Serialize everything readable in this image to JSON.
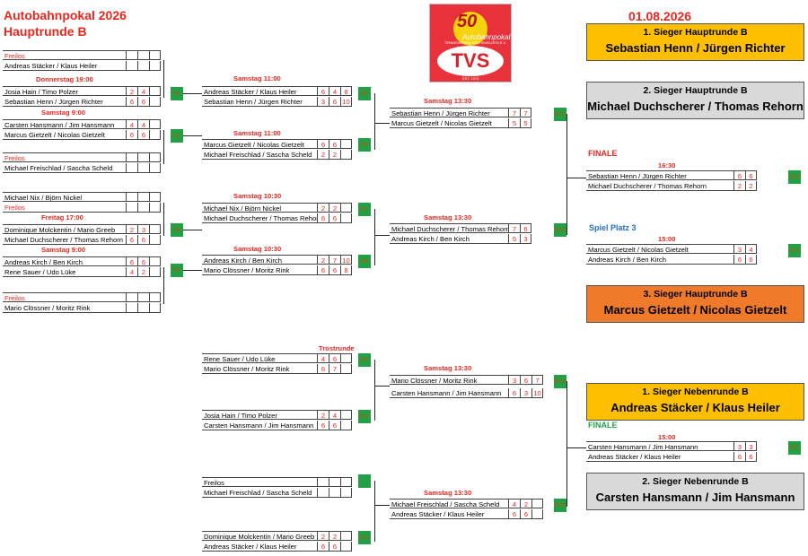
{
  "header": {
    "title": "Autobahnpokal 2026",
    "subtitle": "Hauptrunde B",
    "date": "01.08.2026"
  },
  "logo": {
    "fifty": "50",
    "sub": "Autobahnpokal",
    "club": "TVS",
    "ring": "TENNISVEREIN SECHSHELDEN E.V.",
    "est": "EST. 1976"
  },
  "labels": {
    "donnerstag": "Donnerstag 19:00",
    "sam9a": "Samstag 9:00",
    "freitag": "Freitag 17:00",
    "sam9b": "Samstag 9:00",
    "sam11a": "Samstag 11:00",
    "sam11b": "Samstag 11:00",
    "sam1030a": "Samstag 10:30",
    "sam1030b": "Samstag 10:30",
    "sam1330a": "Samstag 13:30",
    "sam1330b": "Samstag 13:30",
    "sam1330c": "Samstag 13:30",
    "sam1330d": "Samstag 13:30",
    "finale": "FINALE",
    "t1630": "16:30",
    "platz3": "Spiel Platz 3",
    "t1500a": "15:00",
    "trostrunde": "Trostrunde",
    "finale2": "FINALE",
    "t1500b": "15:00"
  },
  "r1": [
    {
      "name": "Freilos",
      "s": [
        "",
        "",
        ""
      ],
      "frei": true
    },
    {
      "name": "Andreas Stäcker / Klaus Heiler",
      "s": [
        "",
        "",
        ""
      ]
    },
    {
      "name": "Josia Hain / Timo Polzer",
      "s": [
        "2",
        "4",
        ""
      ]
    },
    {
      "name": "Sebastian Henn / Jürgen Richter",
      "s": [
        "6",
        "6",
        ""
      ]
    },
    {
      "name": "Carsten Hansmann / Jim Hansmann",
      "s": [
        "4",
        "4",
        ""
      ]
    },
    {
      "name": "Marcus Gietzelt / Nicolas Gietzelt",
      "s": [
        "6",
        "6",
        ""
      ]
    },
    {
      "name": "Freilos",
      "s": [
        "",
        "",
        ""
      ],
      "frei": true
    },
    {
      "name": "Michael Freischlad / Sascha Scheld",
      "s": [
        "",
        "",
        ""
      ]
    },
    {
      "name": "Michael Nix / Björn Nickel",
      "s": [
        "",
        "",
        ""
      ]
    },
    {
      "name": "Freilos",
      "s": [
        "",
        "",
        ""
      ],
      "frei": true
    },
    {
      "name": "Dominique Molckentin / Mario Greeb",
      "s": [
        "2",
        "3",
        ""
      ]
    },
    {
      "name": "Michael Duchscherer / Thomas Rehorn",
      "s": [
        "6",
        "6",
        ""
      ]
    },
    {
      "name": "Andreas Kirch / Ben Kirch",
      "s": [
        "6",
        "6",
        ""
      ]
    },
    {
      "name": "Rene Sauer / Udo Lüke",
      "s": [
        "4",
        "2",
        ""
      ]
    },
    {
      "name": "Freilos",
      "s": [
        "",
        "",
        ""
      ],
      "frei": true
    },
    {
      "name": "Mario Clössner / Moritz Rink",
      "s": [
        "",
        "",
        ""
      ]
    }
  ],
  "r2": [
    {
      "name": "Andreas Stäcker / Klaus Heiler",
      "s": [
        "6",
        "4",
        "8"
      ]
    },
    {
      "name": "Sebastian Henn / Jürgen Richter",
      "s": [
        "3",
        "6",
        "10"
      ]
    },
    {
      "name": "Marcus Gietzelt / Nicolas Gietzelt",
      "s": [
        "6",
        "6",
        ""
      ]
    },
    {
      "name": "Michael Freischlad / Sascha Scheld",
      "s": [
        "2",
        "2",
        ""
      ]
    },
    {
      "name": "Michael Nix / Björn Nickel",
      "s": [
        "2",
        "2",
        ""
      ]
    },
    {
      "name": "Michael Duchscherer / Thomas Rehorn",
      "s": [
        "6",
        "6",
        ""
      ]
    },
    {
      "name": "Andreas Kirch / Ben Kirch",
      "s": [
        "2",
        "7",
        "10"
      ]
    },
    {
      "name": "Mario Clössner / Moritz Rink",
      "s": [
        "6",
        "6",
        "8"
      ]
    }
  ],
  "r3": [
    {
      "name": "Sebastian Henn / Jürgen Richter",
      "s": [
        "7",
        "7",
        ""
      ]
    },
    {
      "name": "Marcus Gietzelt / Nicolas Gietzelt",
      "s": [
        "5",
        "5",
        ""
      ]
    },
    {
      "name": "Michael Duchscherer / Thomas Rehorn",
      "s": [
        "7",
        "6",
        ""
      ]
    },
    {
      "name": "Andreas Kirch / Ben Kirch",
      "s": [
        "5",
        "3",
        ""
      ]
    }
  ],
  "fin": [
    {
      "name": "Sebastian Henn / Jürgen Richter",
      "s": [
        "6",
        "6"
      ]
    },
    {
      "name": "Michael Duchscherer / Thomas Rehorn",
      "s": [
        "2",
        "2"
      ]
    },
    {
      "name": "Marcus Gietzelt / Nicolas Gietzelt",
      "s": [
        "3",
        "4"
      ]
    },
    {
      "name": "Andreas Kirch / Ben Kirch",
      "s": [
        "6",
        "6"
      ]
    }
  ],
  "trost": [
    {
      "name": "Rene Sauer / Udo Lüke",
      "s": [
        "4",
        "6",
        ""
      ]
    },
    {
      "name": "Mario Clössner / Moritz Rink",
      "s": [
        "6",
        "7",
        ""
      ]
    },
    {
      "name": "Josia Hain / Timo Polzer",
      "s": [
        "2",
        "4",
        ""
      ]
    },
    {
      "name": "Carsten Hansmann / Jim Hansmann",
      "s": [
        "6",
        "6",
        ""
      ]
    },
    {
      "name": "Freilos",
      "s": [
        "",
        "",
        ""
      ]
    },
    {
      "name": "Michael Freischlad / Sascha Scheld",
      "s": [
        "",
        "",
        ""
      ]
    },
    {
      "name": "Dominique Molckentin / Mario Greeb",
      "s": [
        "2",
        "2",
        ""
      ]
    },
    {
      "name": "Andreas Stäcker / Klaus Heiler",
      "s": [
        "6",
        "6",
        ""
      ]
    }
  ],
  "trost2": [
    {
      "name": "Mario Clössner / Moritz Rink",
      "s": [
        "3",
        "6",
        "7"
      ]
    },
    {
      "name": "Carsten Hansmann / Jim Hansmann",
      "s": [
        "6",
        "3",
        "10"
      ]
    },
    {
      "name": "Michael Freischlad / Sascha Scheld",
      "s": [
        "4",
        "2",
        ""
      ]
    },
    {
      "name": "Andreas Stäcker / Klaus Heiler",
      "s": [
        "6",
        "6",
        ""
      ]
    }
  ],
  "trostfin": [
    {
      "name": "Carsten Hansmann / Jim Hansmann",
      "s": [
        "3",
        "3"
      ]
    },
    {
      "name": "Andreas Stäcker / Klaus Heiler",
      "s": [
        "6",
        "6"
      ]
    }
  ],
  "badges": {
    "b1": "B1",
    "b2": "B2",
    "b3": "B3",
    "b4": "B4",
    "b5": "B5",
    "b6": "B6",
    "b7": "B7",
    "b8": "B8",
    "b9": "B9",
    "b10": "B10",
    "b11": "B11",
    "b12": "B12",
    "b13": "B13",
    "b14": "B14",
    "b15": "B15",
    "b16": "B16",
    "b17": "B17",
    "b18": "B18"
  },
  "results": {
    "s1_label": "1. Sieger Hauptrunde B",
    "s1_name": "Sebastian Henn / Jürgen Richter",
    "s2_label": "2. Sieger Hauptrunde B",
    "s2_name": "Michael Duchscherer / Thomas Rehorn",
    "s3_label": "3. Sieger Hauptrunde B",
    "s3_name": "Marcus Gietzelt / Nicolas Gietzelt",
    "n1_label": "1. Sieger Nebenrunde B",
    "n1_name": "Andreas Stäcker / Klaus Heiler",
    "n2_label": "2. Sieger Nebenrunde B",
    "n2_name": "Carsten Hansmann / Jim Hansmann"
  },
  "colors": {
    "gold": "#fdbf00",
    "grey": "#d9d9d9",
    "orange": "#ee7a2a",
    "green": "#22a046",
    "red": "#e8271f"
  }
}
